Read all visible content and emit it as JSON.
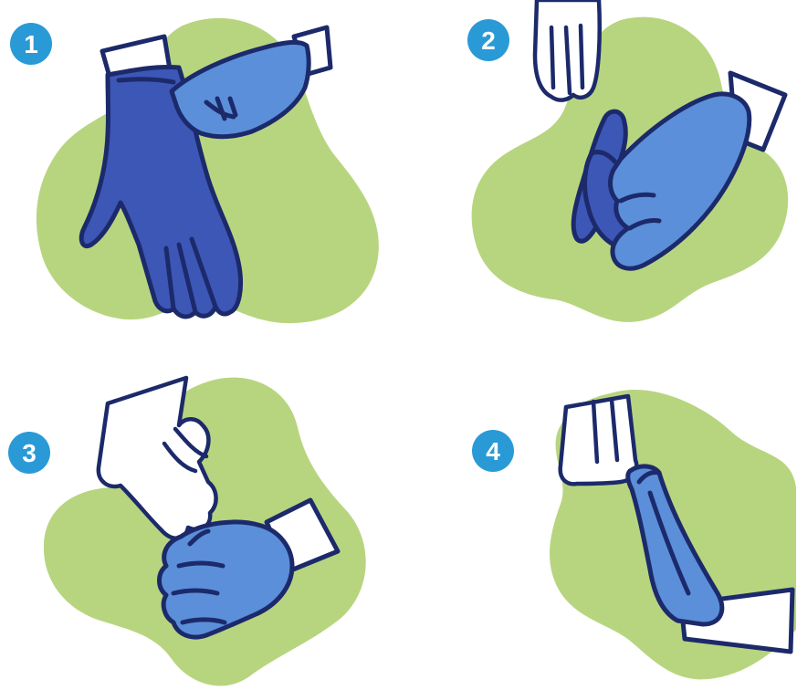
{
  "steps": [
    {
      "number": "1"
    },
    {
      "number": "2"
    },
    {
      "number": "3"
    },
    {
      "number": "4"
    }
  ],
  "colors": {
    "blob": "#b7d57f",
    "badge": "#2a9ad6",
    "glove_dark": "#3d57b6",
    "glove_light": "#5b8fd9",
    "outline": "#1c2a6b",
    "skin": "#ffffff"
  },
  "icons": [
    "glove-icon",
    "hand-icon",
    "step-badge"
  ]
}
